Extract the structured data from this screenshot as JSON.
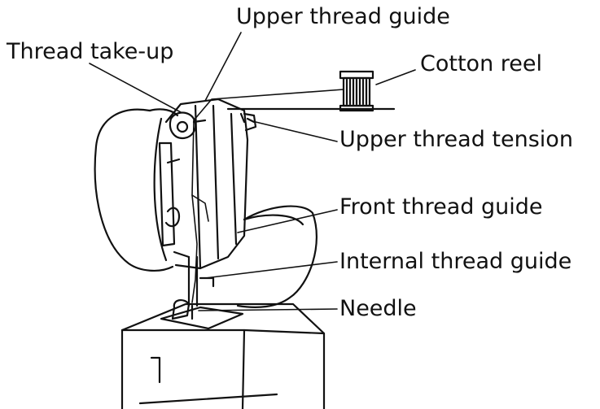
{
  "labels": {
    "upper_thread_guide": "Upper thread guide",
    "thread_take_up": "Thread take-up",
    "cotton_reel": "Cotton reel",
    "upper_thread_tension": "Upper thread tension",
    "front_thread_guide": "Front thread guide",
    "internal_thread_guide": "Internal thread guide",
    "needle": "Needle"
  },
  "colors": {
    "ink": "#111111",
    "background": "#ffffff"
  }
}
